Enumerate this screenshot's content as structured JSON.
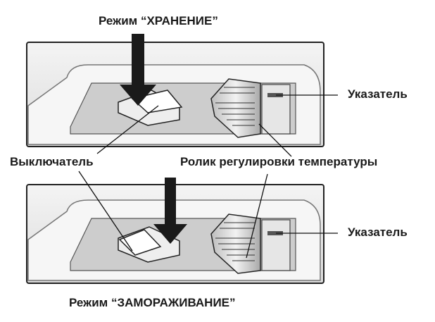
{
  "top_panel": {
    "mode_label": "Режим “ХРАНЕНИЕ”",
    "indicator_label": "Указатель"
  },
  "middle_labels": {
    "switch_label": "Выключатель",
    "roller_label": "Ролик регулировки температуры"
  },
  "bottom_panel": {
    "mode_label": "Режим “ЗАМОРАЖИВАНИЕ”",
    "indicator_label": "Указатель"
  },
  "colors": {
    "panel_fill": "#eaeaea",
    "panel_border": "#222222",
    "recess": "#cfcfcf",
    "arrow": "#1a1a1a",
    "line": "#111111"
  }
}
